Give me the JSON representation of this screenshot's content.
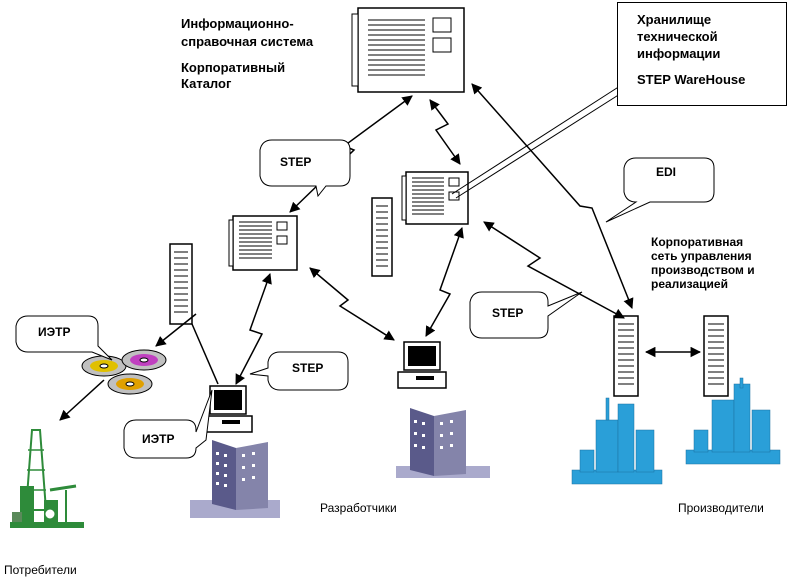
{
  "labels": {
    "info_system_line1": "Информационно-",
    "info_system_line2": "справочная система",
    "catalog_line1": "Корпоративный",
    "catalog_line2": "Каталог",
    "storage_line1": "Хранилище",
    "storage_line2": "технической",
    "storage_line3": "информации",
    "storage_line4": "STEP WareHouse",
    "network_line1": "Корпоративная",
    "network_line2": "сеть управления",
    "network_line3": "производством и",
    "network_line4": "реализацией",
    "developers": "Разработчики",
    "producers": "Производители",
    "consumers": "Потребители"
  },
  "callouts": {
    "step_top": "STEP",
    "edi": "EDI",
    "step_right": "STEP",
    "step_mid": "STEP",
    "ietr_left": "ИЭТР",
    "ietr_bottom": "ИЭТР"
  },
  "colors": {
    "line": "#000000",
    "building_dark": "#5a5a8a",
    "factory_blue": "#2a9fd8",
    "derrick_green": "#2e8b3a"
  }
}
